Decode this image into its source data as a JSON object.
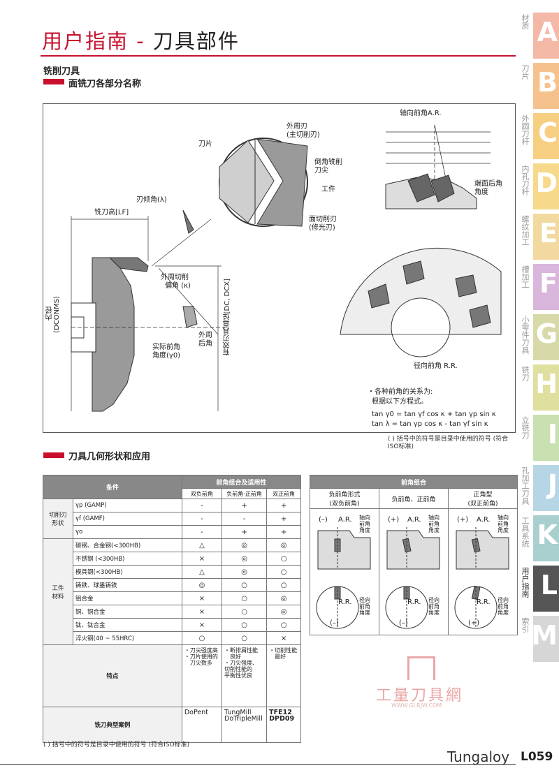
{
  "header": {
    "title_red": "用户指南",
    "title_sep": " - ",
    "title_black": "刀具部件"
  },
  "section1": {
    "heading": "铣削刀具",
    "subheading": "面铣刀各部分名称"
  },
  "diagram": {
    "labels": {
      "insert": "刀片",
      "peripheral": "外周刃",
      "peripheral_main": "(主切削刃)",
      "chamfer": "倒角铣削",
      "chamfer2": "刀尖",
      "workpiece": "工件",
      "face_edge": "面切削刃",
      "face_edge2": "(修光刃)",
      "axial_rake": "轴向前角A.R.",
      "end_clear": "端面后角",
      "end_clear2": "角度",
      "incl": "刃倾角(λ)",
      "lf": "铣刀高[LF]",
      "approach": "外周切削",
      "approach2": "偏角 (κ)",
      "bore": "内径",
      "bore2": "(DCONMS)",
      "dc": "有效刃具直径[DC, DCX]",
      "true_rake": "实际前角",
      "true_rake2": "角度(γ0)",
      "outer_clear": "外周",
      "outer_clear2": "后角",
      "radial_rake": "径向前角 R.R."
    },
    "formula": {
      "line1": "・各种前角的关系为:",
      "line2": "根据以下方程式。",
      "eq1": "tan γ0 = tan γf cos κ + tan γp sin κ",
      "eq2": "tan λ = tan γp cos κ - tan γf sin κ"
    },
    "note": "( ) 括号中的符号是目录中使用的符号 (符合ISO标准)"
  },
  "section2": {
    "heading": "刀具几何形状和应用"
  },
  "geom_table": {
    "cond_header": "条件",
    "combo_header": "前角组合及适用性",
    "cols": [
      "双负前角",
      "负前角·正前角",
      "双正前角"
    ],
    "group1": "切削刃\n形状",
    "group1_rows": [
      {
        "label": "γp (GAMP)",
        "v": [
          "-",
          "+",
          "+"
        ]
      },
      {
        "label": "γf (GAMF)",
        "v": [
          "-",
          "-",
          "+"
        ]
      },
      {
        "label": "γo",
        "v": [
          "-",
          "+",
          "+"
        ]
      }
    ],
    "group2": "工件\n材料",
    "group2_rows": [
      {
        "label": "碳钢、合金钢(<300HB)",
        "v": [
          "△",
          "◎",
          "◎"
        ]
      },
      {
        "label": "不锈钢 (<300HB)",
        "v": [
          "×",
          "◎",
          "○"
        ]
      },
      {
        "label": "模具钢(<300HB)",
        "v": [
          "△",
          "◎",
          "○"
        ]
      },
      {
        "label": "铸铁、球墨铸铁",
        "v": [
          "◎",
          "○",
          "○"
        ]
      },
      {
        "label": "铝合金",
        "v": [
          "×",
          "○",
          "◎"
        ]
      },
      {
        "label": "铜、铜合金",
        "v": [
          "×",
          "○",
          "◎"
        ]
      },
      {
        "label": "钛、钛合金",
        "v": [
          "×",
          "○",
          "○"
        ]
      },
      {
        "label": "淬火钢(40 ~ 55HRC)",
        "v": [
          "○",
          "○",
          "×"
        ]
      }
    ],
    "feature_label": "特点",
    "features": [
      "・刀尖强度高\n・刀片使用的\n　刀尖数多",
      "・断排屑性能\n　良好\n・刀尖强度、\n切削性能的\n平衡性优良",
      "・切削性能\n　最好"
    ],
    "example_label": "铣刀典型案例",
    "examples": [
      "DoPent",
      "TungMill\nDoTripleMill",
      "TFE12\nDPD09"
    ],
    "note": "( ) 括号中的符号是目录中使用的符号 (符合ISO标准)"
  },
  "combo_table": {
    "header": "前角组合",
    "cols": [
      "负前角形式\n(双负前角)",
      "负前角、正前角",
      "正角型\n(双正前角)"
    ],
    "signs_top": [
      "(–)",
      "(+)",
      "(+)"
    ],
    "signs_bottom": [
      "(–)",
      "(–)",
      "(+)"
    ],
    "ar": "A.R.",
    "ar_label": "轴向\n前角\n角度",
    "rr": "R.R.",
    "rr_label": "径向\n前角\n角度"
  },
  "watermark": {
    "text": "工量刀具網",
    "url": "WWW.GLRJW.COM"
  },
  "tabs": [
    {
      "letter": "A",
      "label": "材质",
      "color": "#f3b9a6"
    },
    {
      "letter": "B",
      "label": "刀片",
      "color": "#f5c28e"
    },
    {
      "letter": "C",
      "label": "外圆刀杆",
      "color": "#f7cf83"
    },
    {
      "letter": "D",
      "label": "内孔刀杆",
      "color": "#f6d98a"
    },
    {
      "letter": "E",
      "label": "螺纹加工",
      "color": "#f2d9a0"
    },
    {
      "letter": "F",
      "label": "槽加工",
      "color": "#d9b6dc"
    },
    {
      "letter": "G",
      "label": "小零件刀具",
      "color": "#d7d9a8"
    },
    {
      "letter": "H",
      "label": "铣刀",
      "color": "#dfe0a0"
    },
    {
      "letter": "I",
      "label": "立铣刀",
      "color": "#c9e0b0"
    },
    {
      "letter": "J",
      "label": "孔加工刀具",
      "color": "#b6d6e6"
    },
    {
      "letter": "K",
      "label": "工具系统",
      "color": "#a9cfcf"
    },
    {
      "letter": "L",
      "label": "用户指南",
      "color": "#555555"
    },
    {
      "letter": "M",
      "label": "索引",
      "color": "#d6d6d6"
    }
  ],
  "footer": {
    "brand": "Tungaloy",
    "page": "L059"
  },
  "colors": {
    "accent": "#c8102e"
  }
}
